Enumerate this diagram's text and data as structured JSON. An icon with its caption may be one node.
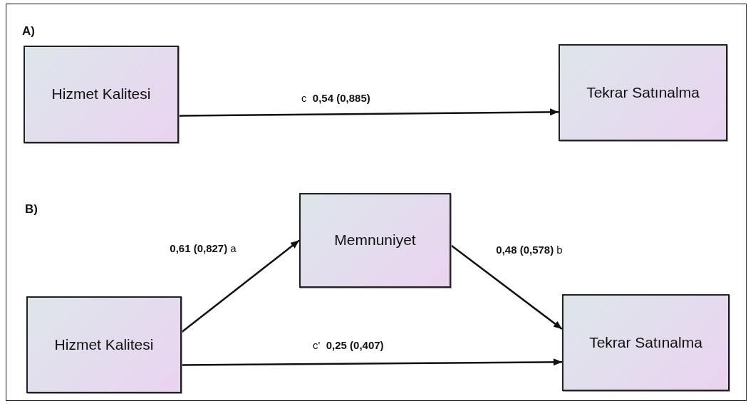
{
  "diagram": {
    "nodes": [
      {
        "text": [
          "Hizmet Kalitesi"
        ]
      },
      {
        "text": [
          "Tekrar Satınalma"
        ]
      },
      {
        "text": [
          "Memnuniyet"
        ]
      },
      {
        "text": [
          "Hizmet Kalitesi"
        ]
      },
      {
        "text": [
          "Tekrar Satınalma"
        ]
      }
    ],
    "edges": [
      {
        "from": 0,
        "to": 1,
        "arrow": "to",
        "label": "c  **0,54 (0,885)**"
      },
      {
        "from": 3,
        "to": 2,
        "arrow": "to",
        "label": "**0,61 (0,827)** a"
      },
      {
        "from": 2,
        "to": 4,
        "arrow": "to",
        "label": "**0,48 (0,578)** b"
      },
      {
        "from": 3,
        "to": 4,
        "arrow": "to",
        "label": "c'  **0,25 (0,407)**"
      }
    ],
    "labels": [
      "A)",
      "B)"
    ]
  }
}
